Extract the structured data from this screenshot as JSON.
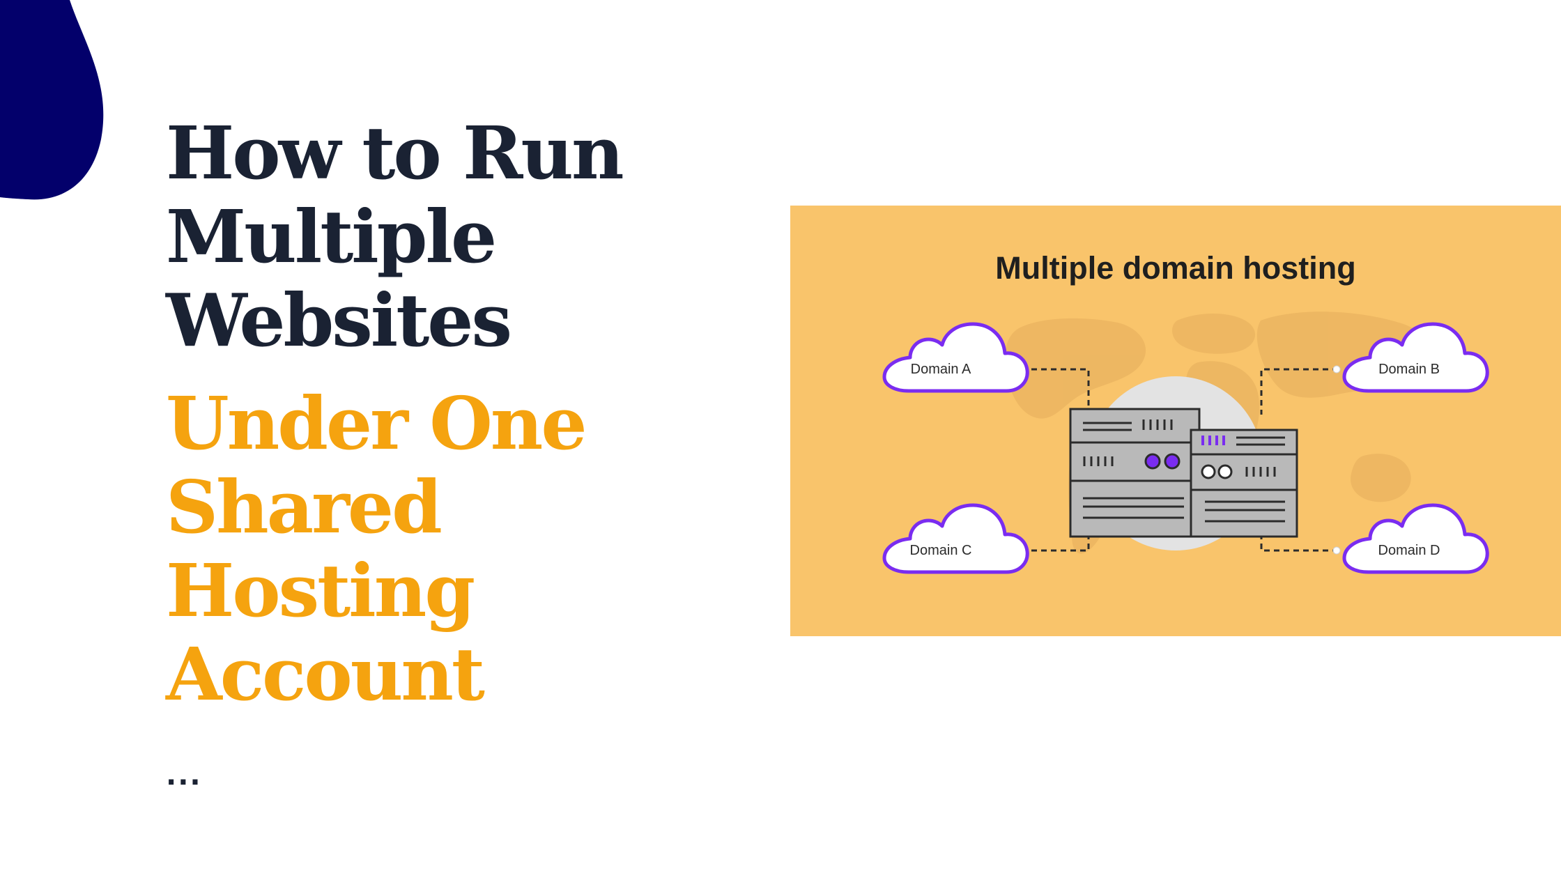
{
  "slide": {
    "title_lines_dark": [
      "How to Run",
      "Multiple",
      "Websites"
    ],
    "title_lines_accent": [
      "Under One",
      "Shared",
      "Hosting",
      "Account"
    ],
    "ellipsis": "..."
  },
  "figure": {
    "heading": "Multiple domain hosting",
    "domains": [
      "Domain A",
      "Domain B",
      "Domain C",
      "Domain D"
    ]
  },
  "colors": {
    "navy_blob": "#03006b",
    "title_dark": "#1a2233",
    "title_accent": "#f5a30f",
    "figure_bg": "#f9c46b",
    "cloud_stroke": "#7a2cf0",
    "server_gray": "#b5b5b5"
  },
  "icons": [
    "cloud-icon",
    "server-rack-icon",
    "world-map-icon"
  ]
}
